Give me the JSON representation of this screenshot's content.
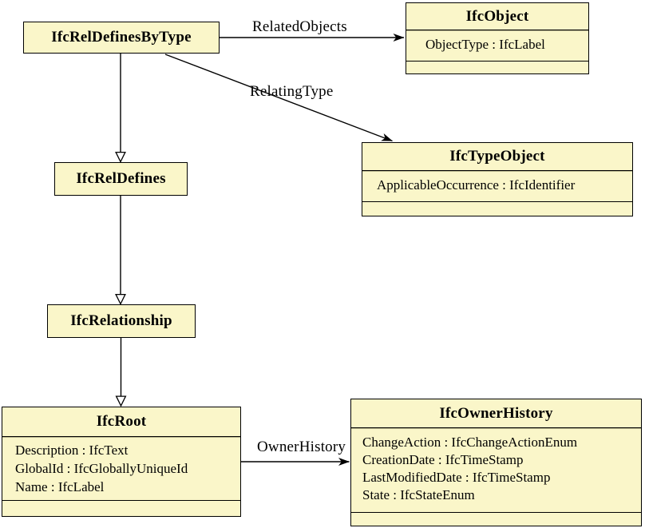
{
  "classes": {
    "rel_defines_by_type": {
      "name": "IfcRelDefinesByType",
      "attributes": []
    },
    "object": {
      "name": "IfcObject",
      "attributes": [
        "ObjectType : IfcLabel"
      ]
    },
    "type_object": {
      "name": "IfcTypeObject",
      "attributes": [
        "ApplicableOccurrence : IfcIdentifier"
      ]
    },
    "rel_defines": {
      "name": "IfcRelDefines",
      "attributes": []
    },
    "relationship": {
      "name": "IfcRelationship",
      "attributes": []
    },
    "root": {
      "name": "IfcRoot",
      "attributes": [
        "Description : IfcText",
        "GlobalId : IfcGloballyUniqueId",
        "Name : IfcLabel"
      ]
    },
    "owner_history": {
      "name": "IfcOwnerHistory",
      "attributes": [
        "ChangeAction : IfcChangeActionEnum",
        "CreationDate : IfcTimeStamp",
        "LastModifiedDate : IfcTimeStamp",
        "State : IfcStateEnum"
      ]
    }
  },
  "edges": {
    "related_objects": {
      "label": "RelatedObjects",
      "from": "IfcRelDefinesByType",
      "to": "IfcObject",
      "type": "association"
    },
    "relating_type": {
      "label": "RelatingType",
      "from": "IfcRelDefinesByType",
      "to": "IfcTypeObject",
      "type": "association"
    },
    "owner_history": {
      "label": "OwnerHistory",
      "from": "IfcRoot",
      "to": "IfcOwnerHistory",
      "type": "association"
    },
    "generalizations": [
      {
        "from": "IfcRelDefinesByType",
        "to": "IfcRelDefines"
      },
      {
        "from": "IfcRelDefines",
        "to": "IfcRelationship"
      },
      {
        "from": "IfcRelationship",
        "to": "IfcRoot"
      }
    ]
  },
  "colors": {
    "class_fill": "#FAF6C9",
    "stroke": "#000000",
    "canvas_background": "#FFFFFF"
  }
}
